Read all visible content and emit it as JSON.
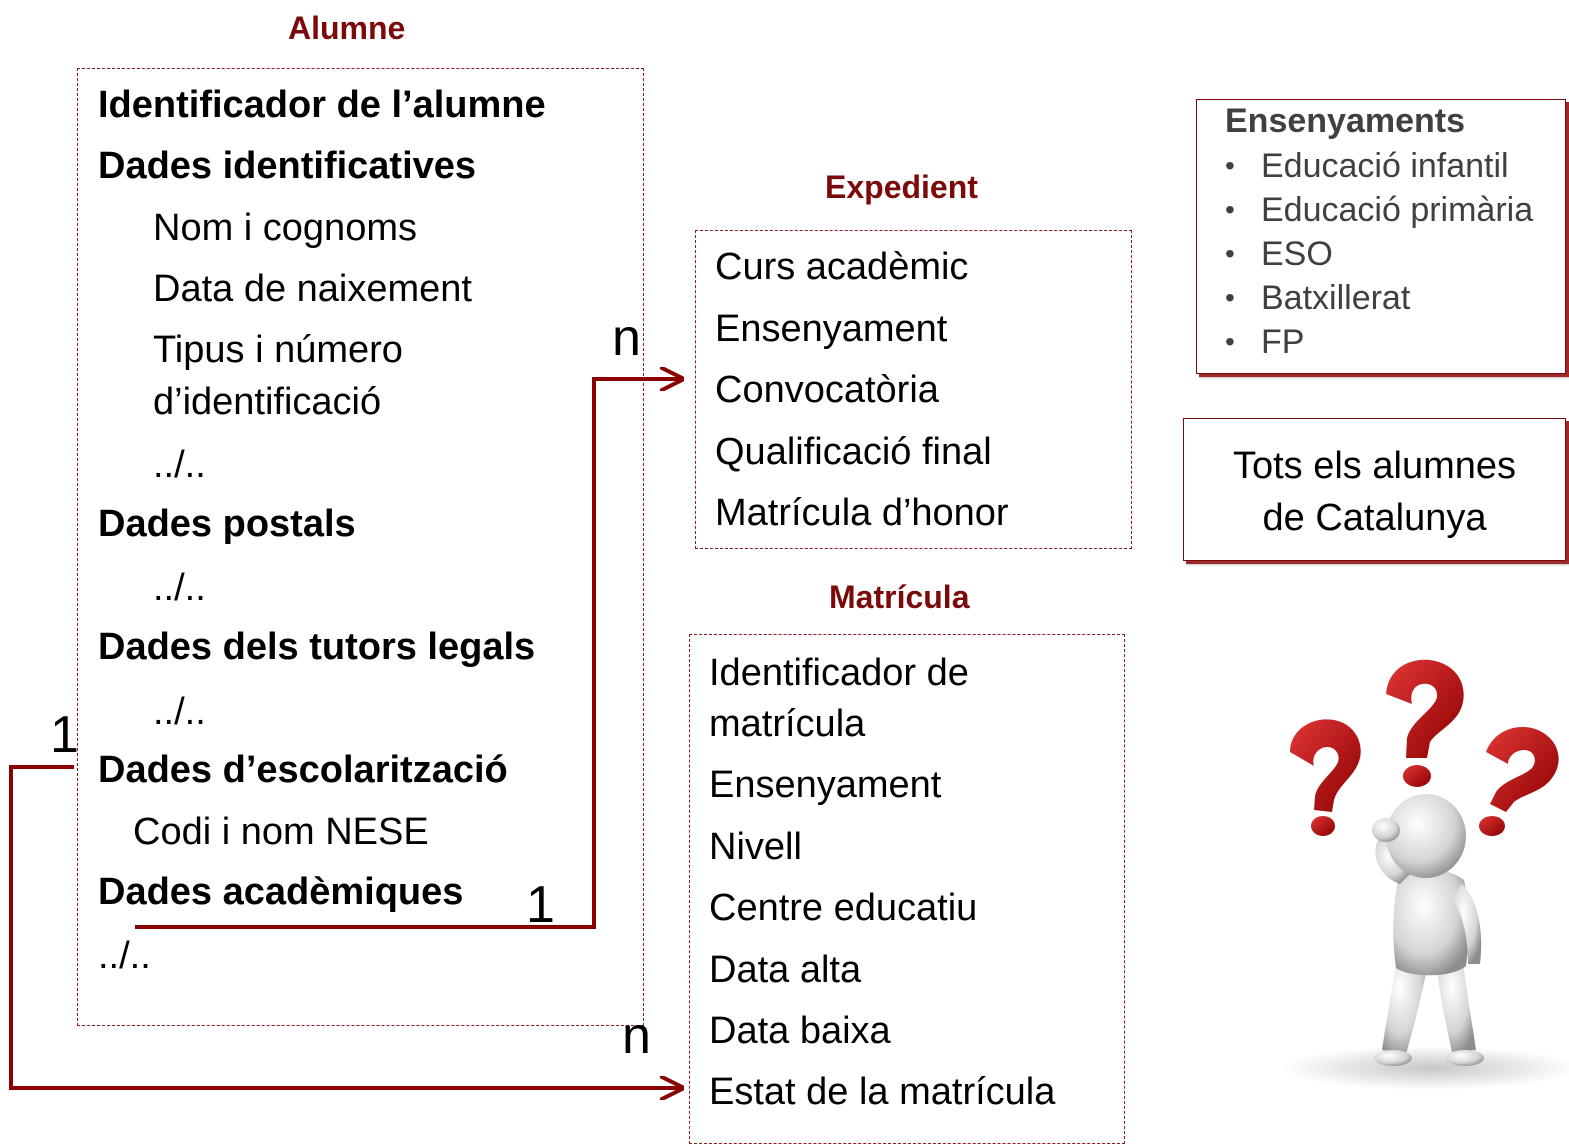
{
  "alumne": {
    "title": "Alumne",
    "identificador": "Identificador de l’alumne",
    "dades_identificatives": "Dades identificatives",
    "nom": "Nom i cognoms",
    "data_naixement": "Data de naixement",
    "tipus_1": "Tipus i número",
    "tipus_2": "d’identificació",
    "ellipsis_1": "../..",
    "dades_postals": "Dades postals",
    "ellipsis_2": "../..",
    "dades_tutors": "Dades dels tutors legals",
    "ellipsis_3": "../..",
    "dades_escolaritzacio": "Dades d’escolarització",
    "codi_nese": "Codi i nom NESE",
    "dades_academiques": "Dades acadèmiques",
    "ellipsis_4": "../.."
  },
  "expedient": {
    "title": "Expedient",
    "items": [
      "Curs acadèmic",
      "Ensenyament",
      "Convocatòria",
      "Qualificació final",
      "Matrícula d’honor"
    ]
  },
  "matricula": {
    "title": "Matrícula",
    "items": [
      "Identificador de",
      "matrícula",
      "Ensenyament",
      "Nivell",
      "Centre educatiu",
      "Data alta",
      "Data baixa",
      "Estat de la matrícula"
    ]
  },
  "ensenyaments": {
    "title": "Ensenyaments",
    "items": [
      "Educació infantil",
      "Educació primària",
      "ESO",
      "Batxillerat",
      "FP"
    ]
  },
  "tots": {
    "line1": "Tots els alumnes",
    "line2": "de Catalunya"
  },
  "cardinality": {
    "expedient_n": "n",
    "expedient_1": "1",
    "matricula_1": "1",
    "matricula_n": "n"
  },
  "colors": {
    "accent": "#7b0a0a",
    "connector": "#8b0000"
  },
  "illustration": {
    "name": "thinking-figure-with-question-marks"
  }
}
